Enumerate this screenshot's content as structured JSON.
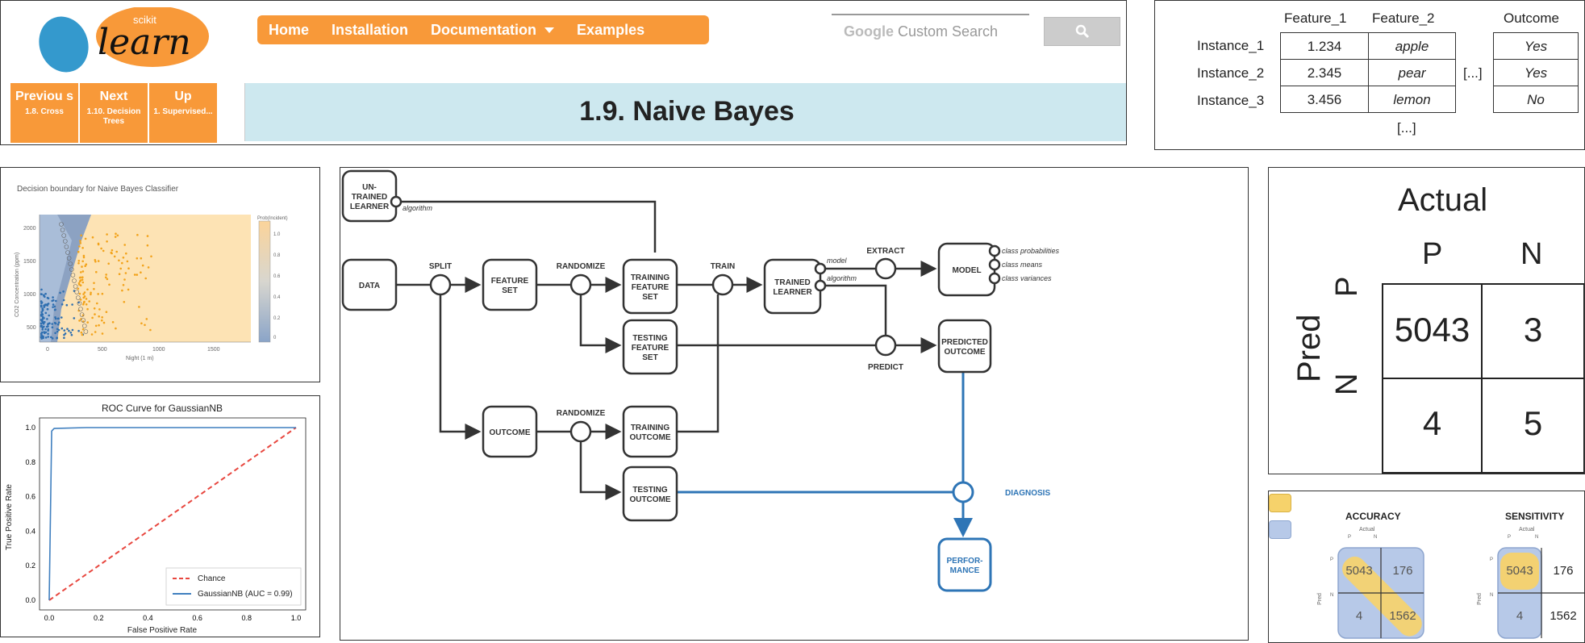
{
  "sklearn": {
    "logo_small": "scikit",
    "logo_big": "learn",
    "nav": [
      "Home",
      "Installation",
      "Documentation",
      "Examples"
    ],
    "search_placeholder": "Google Custom Search",
    "search_google": "Google",
    "search_custom": "Custom Search",
    "relnav": [
      {
        "label": "Previou s",
        "sub": "1.8. Cross"
      },
      {
        "label": "Next",
        "sub": "1.10. Decision Trees"
      },
      {
        "label": "Up",
        "sub": "1. Supervised..."
      }
    ],
    "page_title": "1.9. Naive Bayes"
  },
  "table": {
    "headers": [
      "Feature_1",
      "Feature_2",
      "Outcome"
    ],
    "rows": [
      {
        "label": "Instance_1",
        "f1": "1.234",
        "f2": "apple",
        "out": "Yes"
      },
      {
        "label": "Instance_2",
        "f1": "2.345",
        "f2": "pear",
        "out": "Yes"
      },
      {
        "label": "Instance_3",
        "f1": "3.456",
        "f2": "lemon",
        "out": "No"
      }
    ],
    "ellipsis_col": "[...]",
    "ellipsis_row": "[...]"
  },
  "boundary": {
    "title": "Decision boundary for Naive Bayes Classifier",
    "xlabel": "Night (1 m)",
    "ylabel": "CO2 Concentration (ppm)",
    "colorbar_label": "Prob(Incident)",
    "xticks": [
      "0",
      "500",
      "1000",
      "1500"
    ],
    "yticks": [
      "2000",
      "1500",
      "1000",
      "500"
    ],
    "cbticks": [
      "1.0",
      "0.8",
      "0.6",
      "0.4",
      "0.2",
      "0"
    ],
    "colors": {
      "region_pos": "#fde3b4",
      "region_neg": "#a9bdd8",
      "points_pos": "#f2a31b",
      "points_neg": "#2f6fb0"
    }
  },
  "roc": {
    "title": "ROC Curve for GaussianNB",
    "xlabel": "False Positive Rate",
    "ylabel": "True Positive Rate",
    "ticks": [
      "0.0",
      "0.2",
      "0.4",
      "0.6",
      "0.8",
      "1.0"
    ],
    "legend": [
      "Chance",
      "GaussianNB (AUC = 0.99)"
    ],
    "colors": {
      "chance": "#e8473f",
      "model": "#3f7fbf"
    }
  },
  "chart_data": {
    "type": "line",
    "title": "ROC Curve for GaussianNB",
    "xlabel": "False Positive Rate",
    "ylabel": "True Positive Rate",
    "xlim": [
      0,
      1
    ],
    "ylim": [
      0,
      1
    ],
    "series": [
      {
        "name": "Chance",
        "x": [
          0,
          1
        ],
        "y": [
          0,
          1
        ]
      },
      {
        "name": "GaussianNB (AUC = 0.99)",
        "x": [
          0,
          0.01,
          0.02,
          0.15,
          1.0
        ],
        "y": [
          0,
          0.98,
          0.995,
          1.0,
          1.0
        ]
      }
    ],
    "legend": "lower-right"
  },
  "diagram": {
    "nodes": {
      "untrained": "UN- TRAINED LEARNER",
      "data": "DATA",
      "feature_set": "FEATURE SET",
      "training_feature_set": "TRAINING FEATURE SET",
      "testing_feature_set": "TESTING FEATURE SET",
      "outcome": "OUTCOME",
      "training_outcome": "TRAINING OUTCOME",
      "testing_outcome": "TESTING OUTCOME",
      "trained_learner": "TRAINED LEARNER",
      "model": "MODEL",
      "predicted_outcome": "PREDICTED OUTCOME",
      "performance": "PERFOR- MANCE"
    },
    "ops": {
      "split": "SPLIT",
      "randomize1": "RANDOMIZE",
      "randomize2": "RANDOMIZE",
      "train": "TRAIN",
      "extract": "EXTRACT",
      "predict": "PREDICT",
      "diagnosis": "DIAGNOSIS"
    },
    "ports": {
      "algorithm": "algorithm",
      "model": "model",
      "algorithm2": "algorithm",
      "class_probabilities": "class probabilities",
      "class_means": "class means",
      "class_variances": "class variances"
    },
    "colors": {
      "accent": "#2e75b6",
      "line": "#333333"
    }
  },
  "confusion": {
    "actual_label": "Actual",
    "pred_label": "Pred",
    "cols": [
      "P",
      "N"
    ],
    "rows": [
      "P",
      "N"
    ],
    "cells": [
      "5043",
      "3",
      "4",
      "5"
    ]
  },
  "metrics": {
    "accuracy_label": "ACCURACY",
    "sensitivity_label": "SENSITIVITY",
    "small_actual": "Actual",
    "small_pred": "Pred",
    "small_pn": [
      "P",
      "N"
    ],
    "accuracy_cells": [
      "5043",
      "176",
      "4",
      "1562"
    ],
    "sensitivity_cells": [
      "5043",
      "176",
      "4",
      "1562"
    ],
    "colors": {
      "highlight": "#f6d26b",
      "box": "#b7c9e8"
    }
  }
}
